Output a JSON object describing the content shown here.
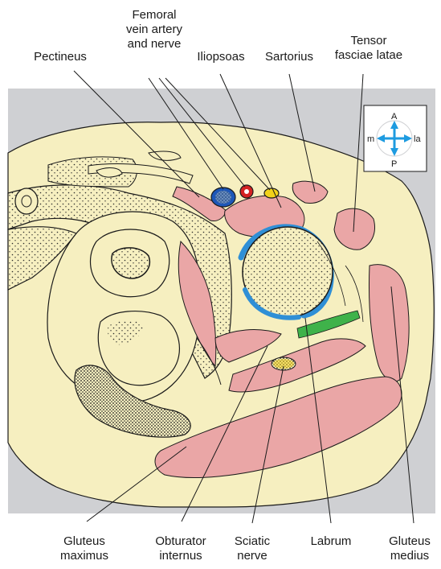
{
  "labels_top": {
    "pectineus": "Pectineus",
    "femoral_line1": "Femoral",
    "femoral_line2": "vein artery",
    "femoral_line3": "and nerve",
    "iliopsoas": "Iliopsoas",
    "sartorius": "Sartorius",
    "tensor_line1": "Tensor",
    "tensor_line2": "fasciae latae"
  },
  "labels_bottom": {
    "gluteus_maximus_line1": "Gluteus",
    "gluteus_maximus_line2": "maximus",
    "obturator_line1": "Obturator",
    "obturator_line2": "internus",
    "sciatic_line1": "Sciatic",
    "sciatic_line2": "nerve",
    "labrum": "Labrum",
    "gluteus_medius_line1": "Gluteus",
    "gluteus_medius_line2": "medius"
  },
  "orientation": {
    "anterior": "A",
    "posterior": "P",
    "medial": "m",
    "lateral": "la",
    "arrow_color": "#1e9be0"
  },
  "colors": {
    "background_panel": "#cfd0d3",
    "tissue": "#f6efc0",
    "muscle": "#eaa6a6",
    "femoral_vein": "#1d57b8",
    "femoral_artery": "#d42222",
    "femoral_nerve": "#f2d21b",
    "labrum": "#3fb24a",
    "cartilage": "#2f8fd6"
  }
}
